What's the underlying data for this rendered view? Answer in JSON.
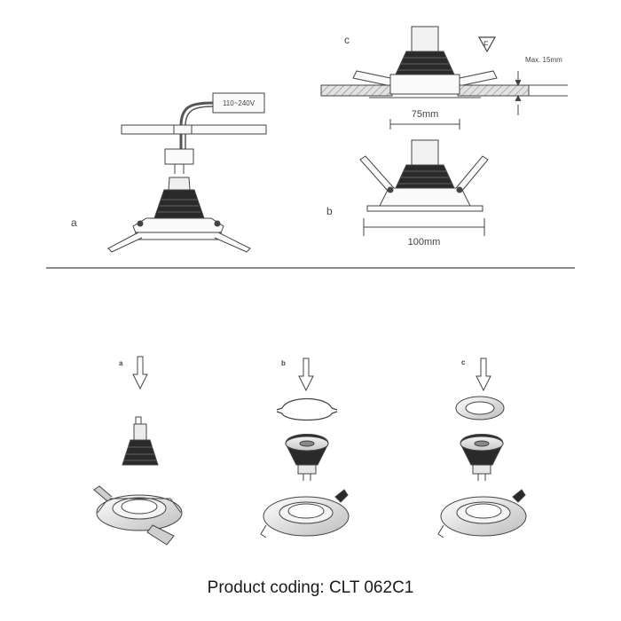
{
  "top_diagram": {
    "label_a": "a",
    "label_b": "b",
    "label_c": "c",
    "driver_voltage": "110~240V",
    "cutout_dimension": "75mm",
    "outer_dimension": "100mm",
    "max_thickness": "Max. 15mm"
  },
  "bottom_steps": {
    "label_a": "a",
    "label_b": "b",
    "label_c": "c"
  },
  "caption": "Product coding: CLT 062C1",
  "colors": {
    "line": "#444444",
    "divider": "#8a8a8a",
    "hatch_fill": "#d8d8d8",
    "heatsink": "#2a2a2a",
    "lamp_glass": "#e6e6e6"
  }
}
